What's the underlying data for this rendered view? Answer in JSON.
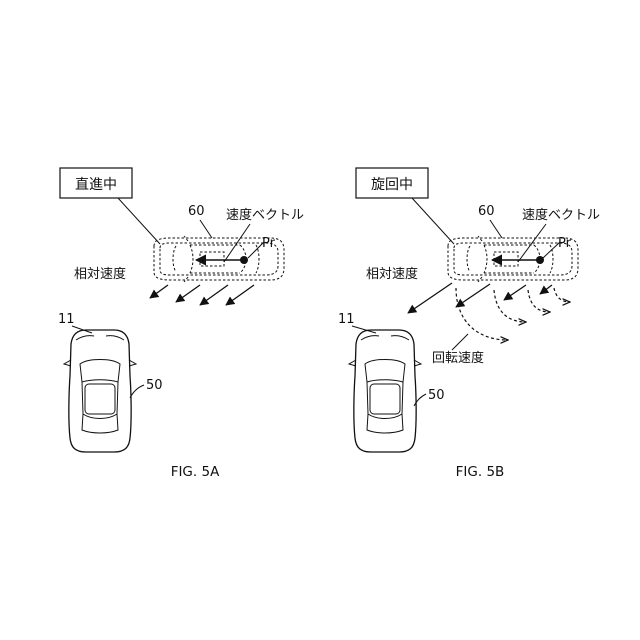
{
  "figure_a": {
    "state_label": "直進中",
    "ref_60": "60",
    "velocity_vector_label": "速度ベクトル",
    "point_label": "Pr",
    "relative_speed_label": "相対速度",
    "ref_11": "11",
    "ref_50": "50",
    "caption": "FIG. 5A"
  },
  "figure_b": {
    "state_label": "旋回中",
    "ref_60": "60",
    "velocity_vector_label": "速度ベクトル",
    "point_label": "Pr",
    "relative_speed_label": "相対速度",
    "rotation_speed_label": "回転速度",
    "ref_11": "11",
    "ref_50": "50",
    "caption": "FIG. 5B"
  }
}
